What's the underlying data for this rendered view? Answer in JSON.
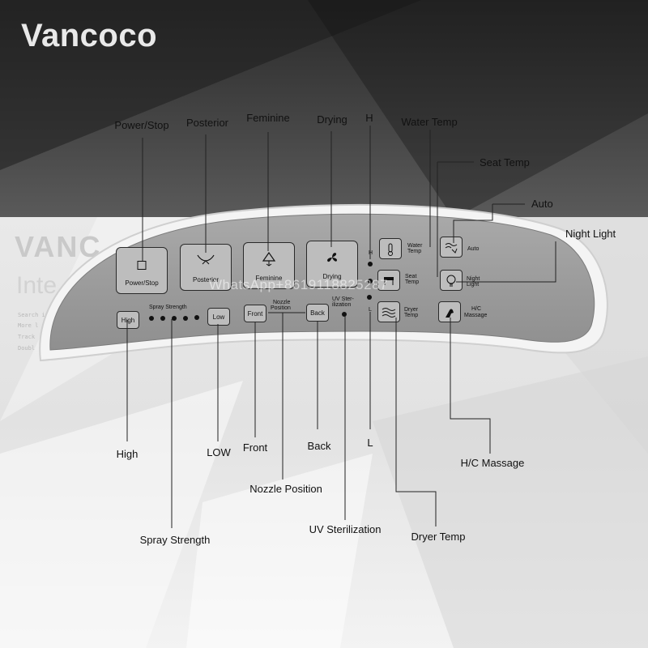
{
  "brand": "Vancoco",
  "background_text": {
    "heading": "VANC",
    "subheading": "Inte",
    "lines": [
      "Search in",
      "More l",
      "Track",
      "Doubl"
    ]
  },
  "watermark": "WhatsApp+8619118825287",
  "panel": {
    "big_buttons": [
      {
        "label": "Power/Stop",
        "icon": "power-square-icon"
      },
      {
        "label": "Posterior",
        "icon": "posterior-wash-icon"
      },
      {
        "label": "Feminine",
        "icon": "feminine-wash-icon"
      },
      {
        "label": "Drying",
        "icon": "fan-icon"
      }
    ],
    "small_buttons": {
      "high": "High",
      "low": "Low",
      "front": "Front",
      "back": "Back"
    },
    "spray_strength_caption": "Spray Strength",
    "nozzle_caption": [
      "Nozzle",
      "Position"
    ],
    "uv_caption": [
      "UV Ster-",
      "ilization"
    ],
    "level_high": "H",
    "level_low": "L",
    "right_buttons": [
      {
        "label": [
          "Water",
          "Temp"
        ],
        "icon": "thermometer-icon"
      },
      {
        "label": [
          "Seat",
          "Temp"
        ],
        "icon": "seat-icon"
      },
      {
        "label": [
          "Dryer",
          "Temp"
        ],
        "icon": "waves-icon"
      },
      {
        "label": [
          "Auto"
        ],
        "icon": "auto-icon"
      },
      {
        "label": [
          "Night",
          "Light"
        ],
        "icon": "bulb-icon"
      },
      {
        "label": [
          "H/C",
          "Massage"
        ],
        "icon": "massage-icon"
      }
    ]
  },
  "callouts": {
    "power_stop": "Power/Stop",
    "posterior": "Posterior",
    "feminine": "Feminine",
    "drying": "Drying",
    "h": "H",
    "water_temp": "Water Temp",
    "seat_temp": "Seat Temp",
    "auto": "Auto",
    "night_light": "Night Light",
    "high": "High",
    "low": "LOW",
    "front": "Front",
    "back": "Back",
    "l": "L",
    "nozzle_position": "Nozzle Position",
    "uv_sterilization": "UV Sterilization",
    "spray_strength": "Spray Strength",
    "dryer_temp": "Dryer Temp",
    "hc_massage": "H/C Massage"
  }
}
